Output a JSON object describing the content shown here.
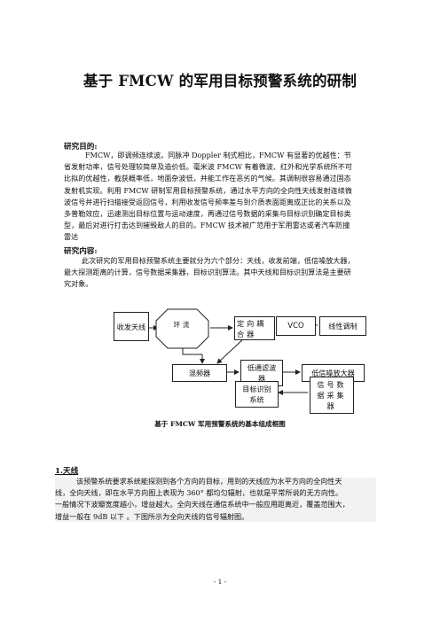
{
  "title": "基于 FMCW 的军用目标预警系统的研制",
  "purpose": {
    "heading": "研究目的:",
    "lines": [
      "FMCW，即调频连续波。同脉冲 Doppler 制式相比，FMCW 有显著的优越性：节",
      "省发射功率，信号处理较简单及造价低。毫米波 FMCW 有着微波、红外和光学系统所不可",
      "比拟的优越性，截获概率低，地面杂波低，并能工作在恶劣的气候。其调制很容易通过固态",
      "发射机实现。利用 FMCW 研制军用目标预警系统，通过水平方向的全向性天线发射连续微",
      "波信号并进行扫描接受返回信号，利用收发信号频率差与到介质表面距离成正比的关系以及",
      "多普勒效应，迅速测出目标位置与运动速度，再通过信号数据的采集与目标识别确定目标类",
      "型，最后对进行打击达到摧毁敌人的目的。FMCW 技术被广范用于军用雷达或者汽车防撞",
      "雷达"
    ]
  },
  "content": {
    "heading": "研究内容:",
    "lines": [
      "此次研究的军用目标预警系统主要就分为六个部分：天线，收发前端，低信噪放大器，",
      "最大探测距离的计算，信号数据采集器，目标识别算法。其中天线和目标识别算法是主要研",
      "究对象。"
    ]
  },
  "diagram": {
    "blocks": {
      "antenna": "收发天线",
      "circulator": "环流",
      "coupler": "定向耦合器",
      "vco": "VCO",
      "modulation": "线性调制",
      "mixer": "混频器",
      "lpf": "低通滤波器",
      "lna": "低信噪放大器",
      "recognition": "目标识别系统",
      "daq": "信号数据采集器"
    },
    "caption": "基于 FMCW 军用预警系统的基本组成框图"
  },
  "section1": {
    "heading": "1.天线",
    "lines": [
      "该预警系统要求系统能探测到各个方向的目标，用到的天线应为水平方向的全向性天",
      "线，全向天线，即在水平方向图上表现为 360° 都均匀辐射，也就是平常所说的无方向性。",
      "一般情况下波瓣宽度越小，增益越大。全向天线在通信系统中一般应用距离近，覆盖范围大，",
      "增益一般在 9dB 以下 。下图所示为全向天线的信号辐射图。"
    ]
  },
  "footer": "- 1 -"
}
